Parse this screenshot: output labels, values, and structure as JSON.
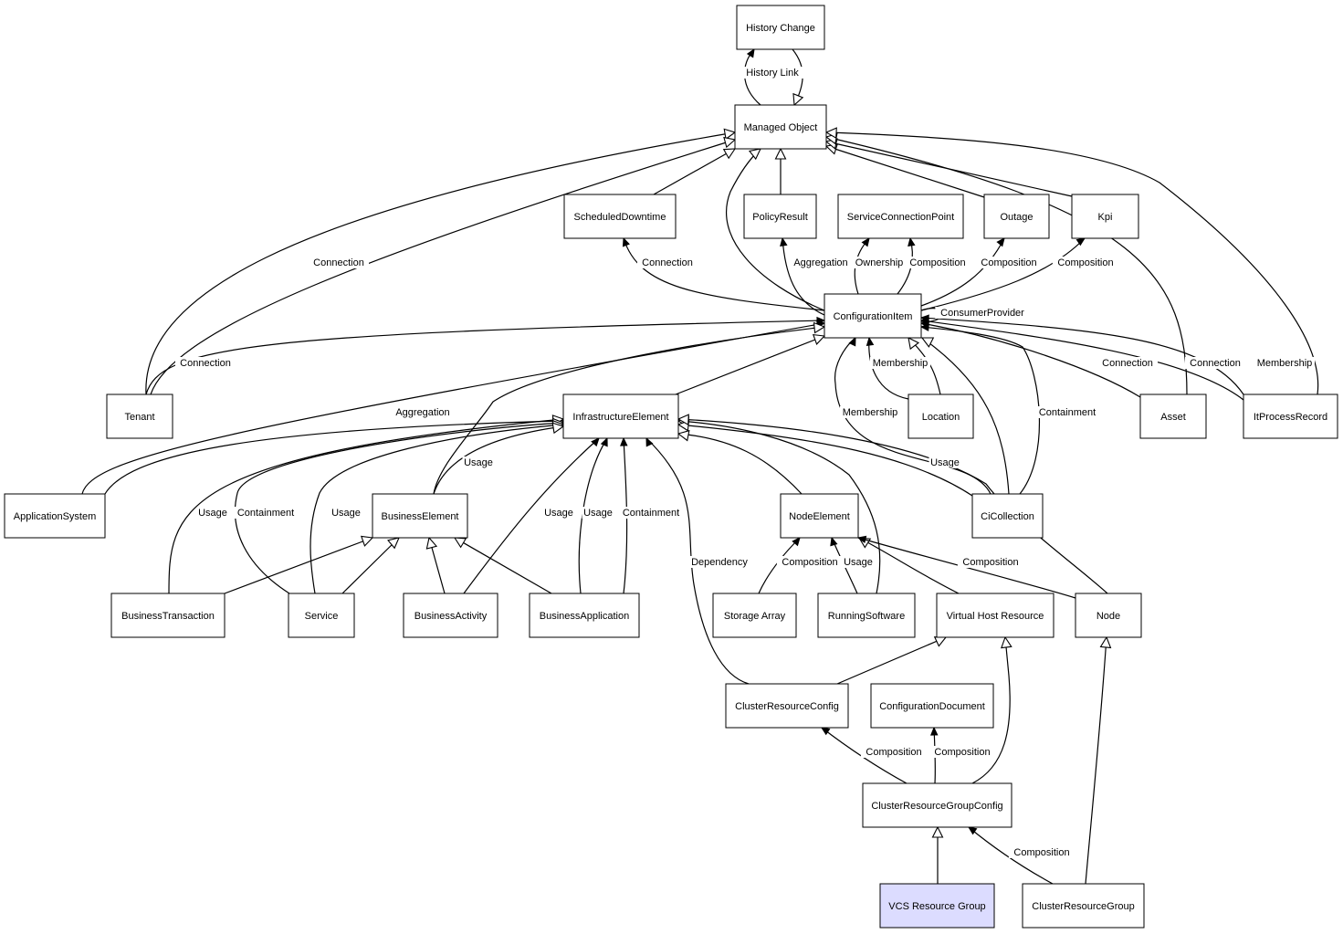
{
  "nodes": [
    {
      "id": "history_change",
      "label": "History Change"
    },
    {
      "id": "managed_object",
      "label": "Managed Object"
    },
    {
      "id": "scheduled_downtime",
      "label": "ScheduledDowntime"
    },
    {
      "id": "policy_result",
      "label": "PolicyResult"
    },
    {
      "id": "service_connection_point",
      "label": "ServiceConnectionPoint"
    },
    {
      "id": "outage",
      "label": "Outage"
    },
    {
      "id": "kpi",
      "label": "Kpi"
    },
    {
      "id": "configuration_item",
      "label": "ConfigurationItem"
    },
    {
      "id": "tenant",
      "label": "Tenant"
    },
    {
      "id": "infrastructure_element",
      "label": "InfrastructureElement"
    },
    {
      "id": "location",
      "label": "Location"
    },
    {
      "id": "asset",
      "label": "Asset"
    },
    {
      "id": "it_process_record",
      "label": "ItProcessRecord"
    },
    {
      "id": "application_system",
      "label": "ApplicationSystem"
    },
    {
      "id": "business_element",
      "label": "BusinessElement"
    },
    {
      "id": "node_element",
      "label": "NodeElement"
    },
    {
      "id": "ci_collection",
      "label": "CiCollection"
    },
    {
      "id": "business_transaction",
      "label": "BusinessTransaction"
    },
    {
      "id": "service",
      "label": "Service"
    },
    {
      "id": "business_activity",
      "label": "BusinessActivity"
    },
    {
      "id": "business_application",
      "label": "BusinessApplication"
    },
    {
      "id": "storage_array",
      "label": "Storage Array"
    },
    {
      "id": "running_software",
      "label": "RunningSoftware"
    },
    {
      "id": "virtual_host_resource",
      "label": "Virtual Host Resource"
    },
    {
      "id": "node",
      "label": "Node"
    },
    {
      "id": "cluster_resource_config",
      "label": "ClusterResourceConfig"
    },
    {
      "id": "configuration_document",
      "label": "ConfigurationDocument"
    },
    {
      "id": "cluster_resource_group_config",
      "label": "ClusterResourceGroupConfig"
    },
    {
      "id": "vcs_resource_group",
      "label": "VCS Resource Group",
      "highlight": true
    },
    {
      "id": "cluster_resource_group",
      "label": "ClusterResourceGroup"
    }
  ],
  "edges": [
    {
      "from": "managed_object",
      "to": "history_change",
      "kind": "association",
      "label": "History Link"
    },
    {
      "from": "history_change",
      "to": "managed_object",
      "kind": "inheritance",
      "label": ""
    },
    {
      "from": "tenant",
      "to": "managed_object",
      "kind": "inheritance",
      "label": ""
    },
    {
      "from": "tenant",
      "to": "managed_object",
      "kind": "inheritance",
      "label": "Connection"
    },
    {
      "from": "scheduled_downtime",
      "to": "managed_object",
      "kind": "inheritance",
      "label": ""
    },
    {
      "from": "configuration_item",
      "to": "managed_object",
      "kind": "inheritance",
      "label": ""
    },
    {
      "from": "policy_result",
      "to": "managed_object",
      "kind": "inheritance",
      "label": ""
    },
    {
      "from": "outage",
      "to": "managed_object",
      "kind": "inheritance",
      "label": ""
    },
    {
      "from": "kpi",
      "to": "managed_object",
      "kind": "inheritance",
      "label": ""
    },
    {
      "from": "asset",
      "to": "managed_object",
      "kind": "inheritance",
      "label": ""
    },
    {
      "from": "it_process_record",
      "to": "managed_object",
      "kind": "inheritance",
      "label": ""
    },
    {
      "from": "configuration_item",
      "to": "scheduled_downtime",
      "kind": "association",
      "label": "Connection"
    },
    {
      "from": "configuration_item",
      "to": "policy_result",
      "kind": "association",
      "label": "Aggregation"
    },
    {
      "from": "configuration_item",
      "to": "service_connection_point",
      "kind": "association",
      "label": "Ownership"
    },
    {
      "from": "configuration_item",
      "to": "service_connection_point",
      "kind": "association",
      "label": "Composition"
    },
    {
      "from": "configuration_item",
      "to": "outage",
      "kind": "association",
      "label": "Composition"
    },
    {
      "from": "configuration_item",
      "to": "kpi",
      "kind": "association",
      "label": "Composition"
    },
    {
      "from": "configuration_item",
      "to": "configuration_item",
      "kind": "association",
      "label": "ConsumerProvider"
    },
    {
      "from": "tenant",
      "to": "configuration_item",
      "kind": "association",
      "label": "Connection"
    },
    {
      "from": "application_system",
      "to": "configuration_item",
      "kind": "association",
      "label": "Aggregation"
    },
    {
      "from": "business_element",
      "to": "configuration_item",
      "kind": "inheritance",
      "label": ""
    },
    {
      "from": "infrastructure_element",
      "to": "configuration_item",
      "kind": "inheritance",
      "label": ""
    },
    {
      "from": "location",
      "to": "configuration_item",
      "kind": "association",
      "label": "Membership"
    },
    {
      "from": "location",
      "to": "configuration_item",
      "kind": "inheritance",
      "label": ""
    },
    {
      "from": "ci_collection",
      "to": "configuration_item",
      "kind": "association",
      "label": "Membership"
    },
    {
      "from": "ci_collection",
      "to": "configuration_item",
      "kind": "inheritance",
      "label": ""
    },
    {
      "from": "ci_collection",
      "to": "configuration_item",
      "kind": "association",
      "label": "Containment"
    },
    {
      "from": "asset",
      "to": "configuration_item",
      "kind": "association",
      "label": "Connection"
    },
    {
      "from": "it_process_record",
      "to": "configuration_item",
      "kind": "association",
      "label": "Connection"
    },
    {
      "from": "it_process_record",
      "to": "configuration_item",
      "kind": "association",
      "label": "Membership"
    },
    {
      "from": "application_system",
      "to": "infrastructure_element",
      "kind": "inheritance",
      "label": ""
    },
    {
      "from": "business_transaction",
      "to": "infrastructure_element",
      "kind": "inheritance",
      "label": "Usage"
    },
    {
      "from": "service",
      "to": "infrastructure_element",
      "kind": "inheritance",
      "label": "Containment"
    },
    {
      "from": "service",
      "to": "infrastructure_element",
      "kind": "inheritance",
      "label": "Usage"
    },
    {
      "from": "business_element",
      "to": "infrastructure_element",
      "kind": "inheritance",
      "label": "Usage"
    },
    {
      "from": "business_activity",
      "to": "infrastructure_element",
      "kind": "association",
      "label": "Usage"
    },
    {
      "from": "business_application",
      "to": "infrastructure_element",
      "kind": "association",
      "label": "Usage"
    },
    {
      "from": "business_application",
      "to": "infrastructure_element",
      "kind": "association",
      "label": "Containment"
    },
    {
      "from": "cluster_resource_config",
      "to": "infrastructure_element",
      "kind": "association",
      "label": "Dependency"
    },
    {
      "from": "node_element",
      "to": "infrastructure_element",
      "kind": "inheritance",
      "label": ""
    },
    {
      "from": "running_software",
      "to": "infrastructure_element",
      "kind": "inheritance",
      "label": ""
    },
    {
      "from": "ci_collection",
      "to": "infrastructure_element",
      "kind": "inheritance",
      "label": "Usage"
    },
    {
      "from": "node",
      "to": "infrastructure_element",
      "kind": "inheritance",
      "label": ""
    },
    {
      "from": "business_transaction",
      "to": "business_element",
      "kind": "inheritance",
      "label": ""
    },
    {
      "from": "service",
      "to": "business_element",
      "kind": "inheritance",
      "label": ""
    },
    {
      "from": "business_activity",
      "to": "business_element",
      "kind": "inheritance",
      "label": ""
    },
    {
      "from": "business_application",
      "to": "business_element",
      "kind": "inheritance",
      "label": ""
    },
    {
      "from": "storage_array",
      "to": "node_element",
      "kind": "association",
      "label": "Composition"
    },
    {
      "from": "running_software",
      "to": "node_element",
      "kind": "association",
      "label": "Usage"
    },
    {
      "from": "virtual_host_resource",
      "to": "node_element",
      "kind": "inheritance",
      "label": ""
    },
    {
      "from": "node",
      "to": "node_element",
      "kind": "association",
      "label": "Composition"
    },
    {
      "from": "cluster_resource_config",
      "to": "virtual_host_resource",
      "kind": "inheritance",
      "label": ""
    },
    {
      "from": "cluster_resource_group_config",
      "to": "virtual_host_resource",
      "kind": "inheritance",
      "label": ""
    },
    {
      "from": "cluster_resource_group",
      "to": "node",
      "kind": "inheritance",
      "label": ""
    },
    {
      "from": "cluster_resource_group_config",
      "to": "cluster_resource_config",
      "kind": "association",
      "label": "Composition"
    },
    {
      "from": "cluster_resource_group_config",
      "to": "configuration_document",
      "kind": "association",
      "label": "Composition"
    },
    {
      "from": "vcs_resource_group",
      "to": "cluster_resource_group_config",
      "kind": "inheritance",
      "label": ""
    },
    {
      "from": "cluster_resource_group",
      "to": "cluster_resource_group_config",
      "kind": "association",
      "label": "Composition"
    }
  ],
  "colors": {
    "node_fill": "#ffffff",
    "node_stroke": "#000000",
    "highlight_fill": "#dcdcff"
  }
}
